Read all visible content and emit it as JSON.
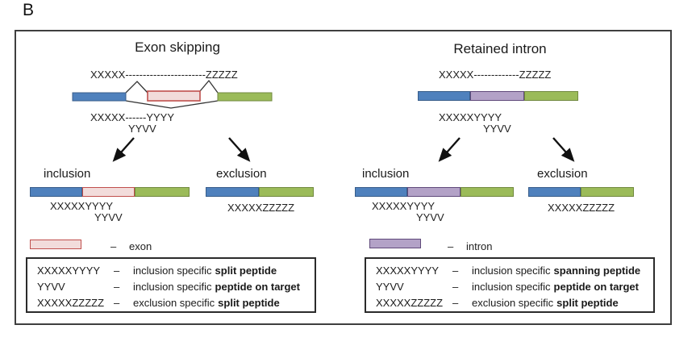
{
  "figure_label": "B",
  "colors": {
    "constitutive_exon_blue": "#4f81bd",
    "constitutive_exon_blue_border": "#385d8a",
    "constitutive_exon_green": "#9bbb59",
    "constitutive_exon_green_border": "#71893f",
    "alternative_exon_fill": "#f2dcdb",
    "alternative_exon_border": "#c0504d",
    "intron_fill": "#b3a2c7",
    "intron_border": "#604a7b",
    "frame_border": "#3f3f3f",
    "line_color": "#333333"
  },
  "panels": [
    {
      "title": "Exon skipping",
      "pre_mrna_sequence": "XXXXX-----------------------ZZZZZ",
      "junction_line1": "XXXXX------YYYY",
      "junction_line2": "YYVV",
      "inclusion_label": "inclusion",
      "inclusion_peptide1": "XXXXXYYYY",
      "inclusion_peptide2": "YYVV",
      "exclusion_label": "exclusion",
      "exclusion_peptide": "XXXXXZZZZZ",
      "swatch_dash": "–",
      "swatch_label": "exon",
      "legend_rows": [
        {
          "code": "XXXXXYYYY",
          "dash": "–",
          "desc": "inclusion specific",
          "desc_bold": "split peptide"
        },
        {
          "code": "YYVV",
          "dash": "–",
          "desc": "inclusion specific",
          "desc_bold": "peptide on target"
        },
        {
          "code": "XXXXXZZZZZ",
          "dash": "–",
          "desc": "exclusion specific",
          "desc_bold": "split peptide"
        }
      ]
    },
    {
      "title": "Retained intron",
      "pre_mrna_sequence": "XXXXX-------------ZZZZZ",
      "junction_line1": "XXXXXYYYY",
      "junction_line2": "YYVV",
      "inclusion_label": "inclusion",
      "inclusion_peptide1": "XXXXXYYYY",
      "inclusion_peptide2": "YYVV",
      "exclusion_label": "exclusion",
      "exclusion_peptide": "XXXXXZZZZZ",
      "swatch_dash": "–",
      "swatch_label": "intron",
      "legend_rows": [
        {
          "code": "XXXXXYYYY",
          "dash": "–",
          "desc": "inclusion specific",
          "desc_bold": "spanning peptide"
        },
        {
          "code": "YYVV",
          "dash": "–",
          "desc": "inclusion specific",
          "desc_bold": "peptide on target"
        },
        {
          "code": "XXXXXZZZZZ",
          "dash": "–",
          "desc": "exclusion specific",
          "desc_bold": "split peptide"
        }
      ]
    }
  ]
}
